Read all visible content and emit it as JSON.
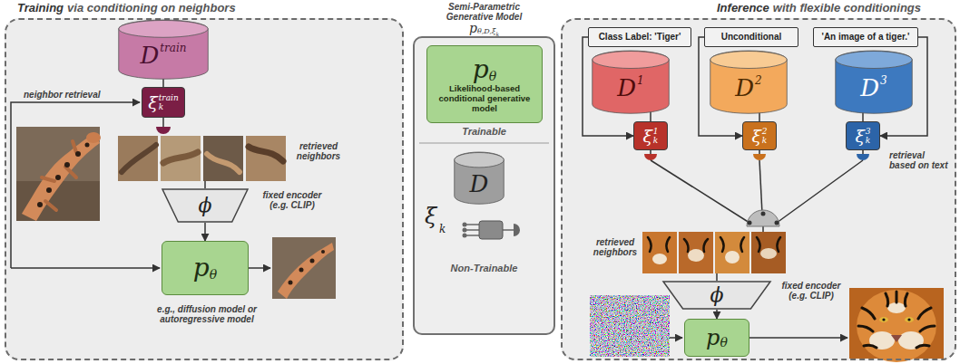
{
  "diagram": {
    "nodes": [
      {
        "text": [
          "Training",
          "via conditioning on neighbors"
        ]
      },
      {
        "text": [
          "D",
          "train"
        ],
        "in": 0
      },
      {
        "text": [
          "ξ",
          "k",
          "train"
        ],
        "in": 0
      },
      {
        "text": [
          "ϕ"
        ],
        "in": 0
      },
      {
        "text": [
          "p",
          "θ"
        ],
        "in": 0
      },
      {
        "text": [
          "Semi-Parametric Generative Model",
          "p",
          "θ,D,ξ",
          "k"
        ]
      },
      {
        "text": [
          "p",
          "θ",
          "Likelihood-based conditional generative model"
        ],
        "in": 5
      },
      {
        "text": [
          "D"
        ],
        "in": 5
      },
      {
        "text": [
          "Inference",
          "with flexible conditionings"
        ]
      },
      {
        "text": [
          "Class Label: 'Tiger'"
        ],
        "in": 8
      },
      {
        "text": [
          "Unconditional"
        ],
        "in": 8
      },
      {
        "text": [
          "'An image of a tiger.'"
        ],
        "in": 8
      },
      {
        "text": [
          "D",
          "1"
        ],
        "in": 8
      },
      {
        "text": [
          "D",
          "2"
        ],
        "in": 8
      },
      {
        "text": [
          "D",
          "3"
        ],
        "in": 8
      },
      {
        "text": [
          "ξ",
          "k",
          "1"
        ],
        "in": 8
      },
      {
        "text": [
          "ξ",
          "k",
          "2"
        ],
        "in": 8
      },
      {
        "text": [
          "ξ",
          "k",
          "3"
        ],
        "in": 8
      },
      {
        "text": [
          "ϕ"
        ],
        "in": 8
      },
      {
        "text": [
          "p",
          "θ"
        ],
        "in": 8
      }
    ],
    "edges": [
      {
        "from": 1,
        "to": 2,
        "arrow": "none"
      },
      {
        "from": 3,
        "to": 4,
        "arrow": "to"
      },
      {
        "from": 9,
        "to": 15,
        "arrow": "to"
      },
      {
        "from": 10,
        "to": 16,
        "arrow": "to"
      },
      {
        "from": 11,
        "to": 17,
        "arrow": "to"
      },
      {
        "from": 12,
        "to": 15,
        "arrow": "none"
      },
      {
        "from": 13,
        "to": 16,
        "arrow": "none"
      },
      {
        "from": 14,
        "to": 17,
        "arrow": "none"
      },
      {
        "from": 18,
        "to": 19,
        "arrow": "to"
      }
    ],
    "labels": [
      "neighbor retrieval",
      "retrieved neighbors",
      "fixed encoder (e.g. CLIP)",
      "e.g., diffusion model or autoregressive model",
      "Trainable",
      "ξ",
      "k",
      "Non-Trainable",
      "retrieval based on text",
      "retrieved neighbors",
      "fixed encoder (e.g. CLIP)"
    ]
  }
}
